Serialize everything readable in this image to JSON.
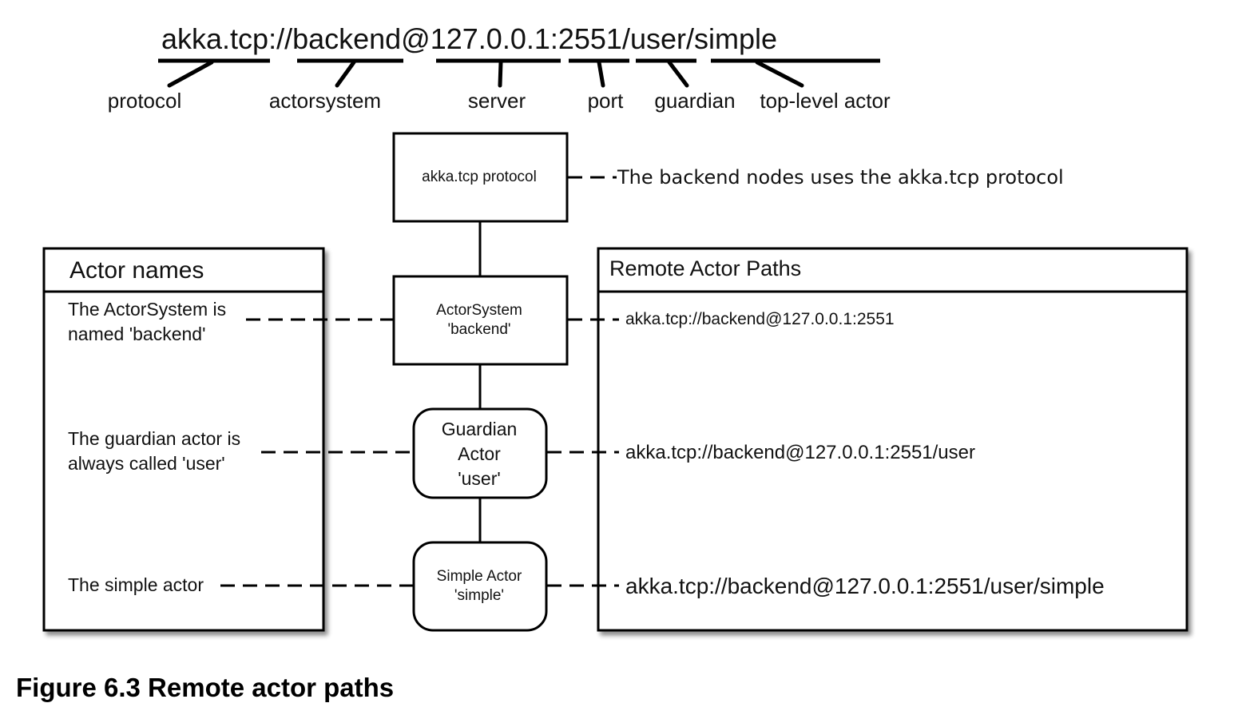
{
  "url_breakdown": {
    "url": "akka.tcp://backend@127.0.0.1:2551/user/simple",
    "parts": [
      "protocol",
      "actorsystem",
      "server",
      "port",
      "guardian",
      "top-level actor"
    ]
  },
  "center_nodes": {
    "protocol": "akka.tcp protocol",
    "actorsystem": [
      "ActorSystem",
      "'backend'"
    ],
    "guardian": [
      "Guardian",
      "Actor",
      "'user'"
    ],
    "simple": [
      "Simple Actor",
      "'simple'"
    ]
  },
  "protocol_note": "The backend nodes uses the akka.tcp protocol",
  "actor_names_panel": {
    "title": "Actor names",
    "rows": [
      [
        "The ActorSystem is",
        "named 'backend'"
      ],
      [
        "The guardian actor is",
        "always called 'user'"
      ],
      [
        "The simple actor"
      ]
    ]
  },
  "remote_paths_panel": {
    "title": "Remote Actor Paths",
    "paths": [
      "akka.tcp://backend@127.0.0.1:2551",
      "akka.tcp://backend@127.0.0.1:2551/user",
      "akka.tcp://backend@127.0.0.1:2551/user/simple"
    ]
  },
  "caption": "Figure 6.3 Remote actor paths"
}
